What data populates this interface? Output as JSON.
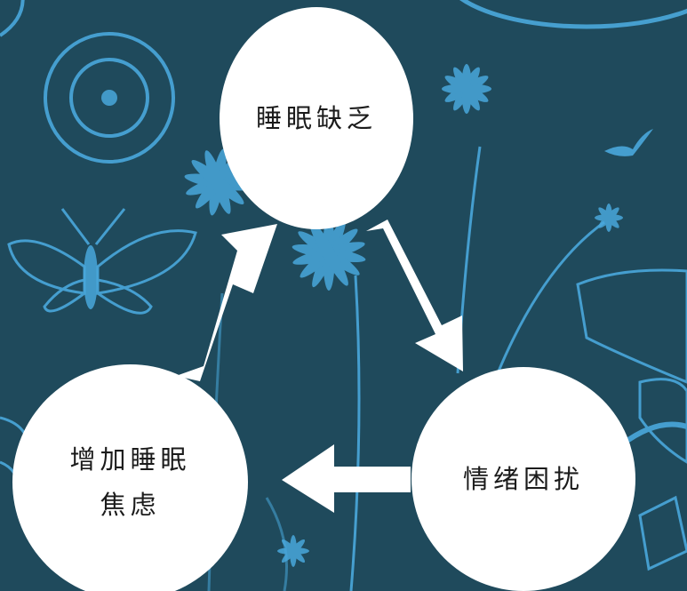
{
  "diagram": {
    "nodes": [
      {
        "id": "top",
        "label": "睡眠缺乏"
      },
      {
        "id": "right",
        "label": "情绪困扰"
      },
      {
        "id": "left",
        "label": "增加睡眠\n焦虑"
      }
    ],
    "edges": [
      {
        "from": "top",
        "to": "right"
      },
      {
        "from": "right",
        "to": "left"
      },
      {
        "from": "left",
        "to": "top"
      }
    ]
  },
  "colors": {
    "background": "#1f4a5c",
    "illustration": "#4aa8dc",
    "node_fill": "#ffffff",
    "arrow": "#ffffff",
    "text": "#1b1b1b"
  }
}
